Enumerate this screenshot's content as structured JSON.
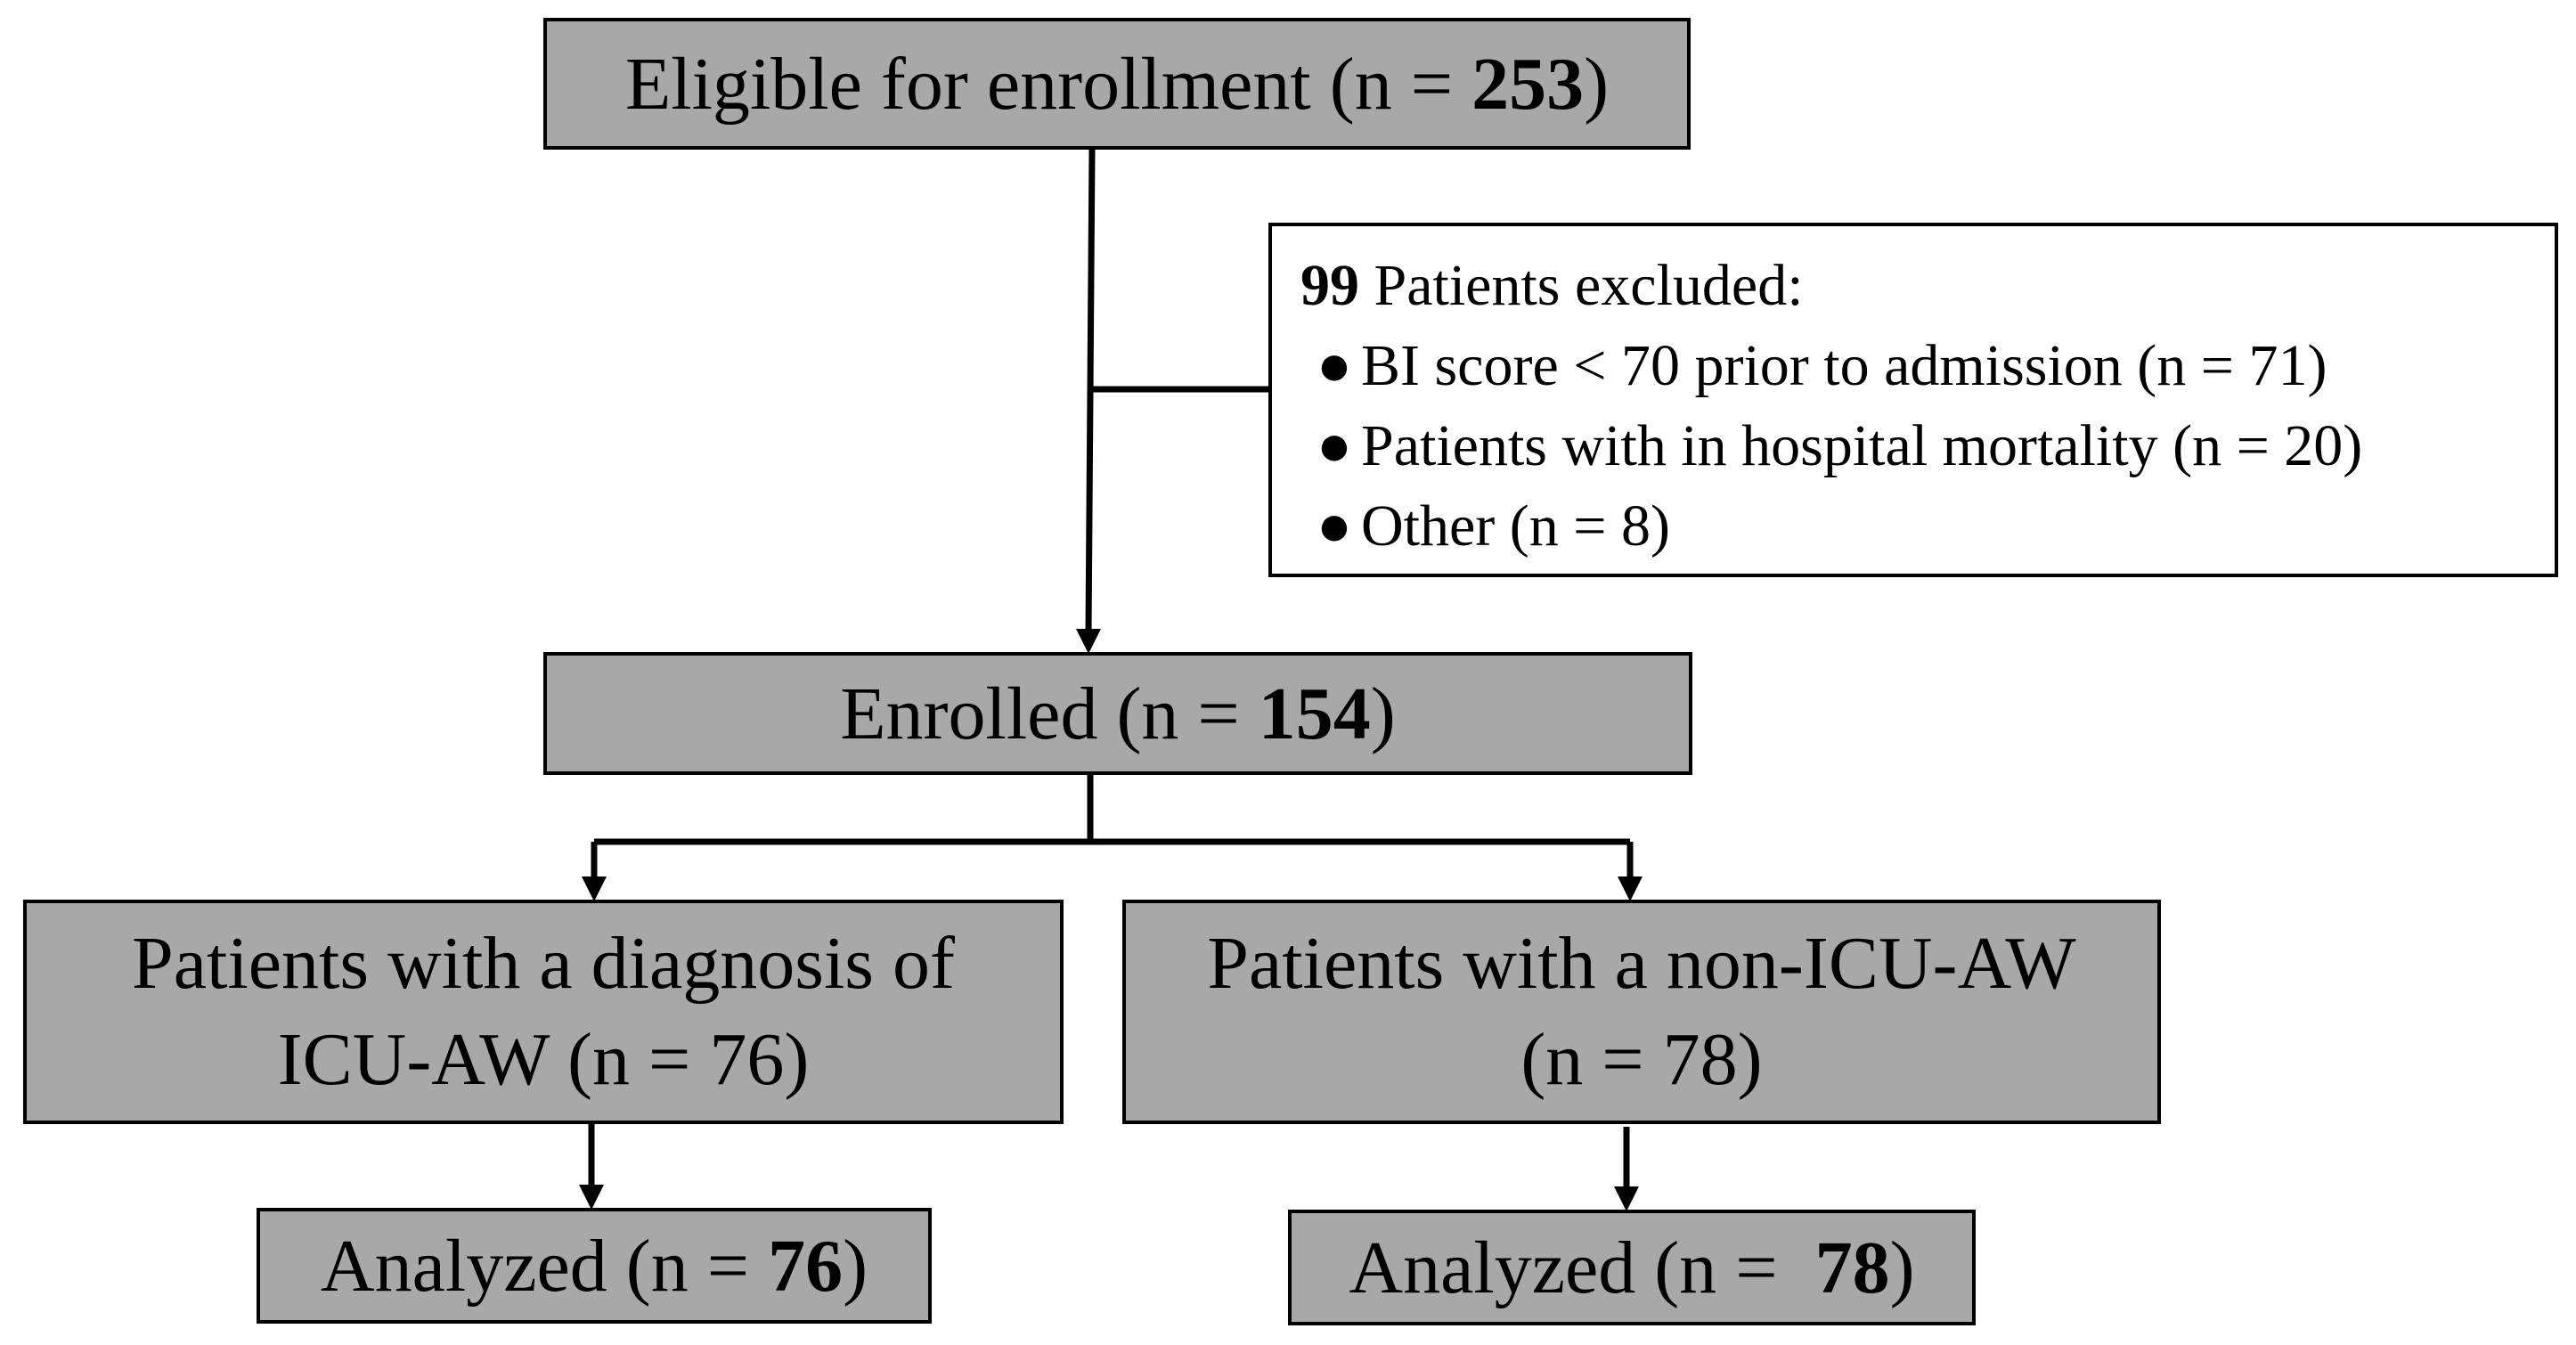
{
  "eligible": {
    "prefix": "Eligible for enrollment (n = ",
    "count": "253",
    "suffix": ")"
  },
  "excluded": {
    "count": "99",
    "label": " Patients excluded:",
    "bullet_glyph": "●",
    "items": [
      "BI score < 70 prior to admission (n = 71)",
      "Patients with in hospital mortality (n = 20)",
      "Other (n = 8)"
    ]
  },
  "enrolled": {
    "prefix": "Enrolled (n = ",
    "count": "154",
    "suffix": ")"
  },
  "icu_aw_group": {
    "line1": "Patients with a diagnosis of",
    "line2": "ICU-AW (n = 76)"
  },
  "non_icu_aw_group": {
    "line1": "Patients with a non-ICU-AW",
    "line2": "(n = 78)"
  },
  "analyzed_icu_aw": {
    "prefix": "Analyzed (n = ",
    "count": "76",
    "suffix": ")"
  },
  "analyzed_non_icu_aw": {
    "prefix": "Analyzed (n =  ",
    "count": "78",
    "suffix": ")"
  },
  "colors": {
    "box_fill": "#a8a8a8",
    "excluded_fill": "#ffffff",
    "stroke": "#000000"
  }
}
